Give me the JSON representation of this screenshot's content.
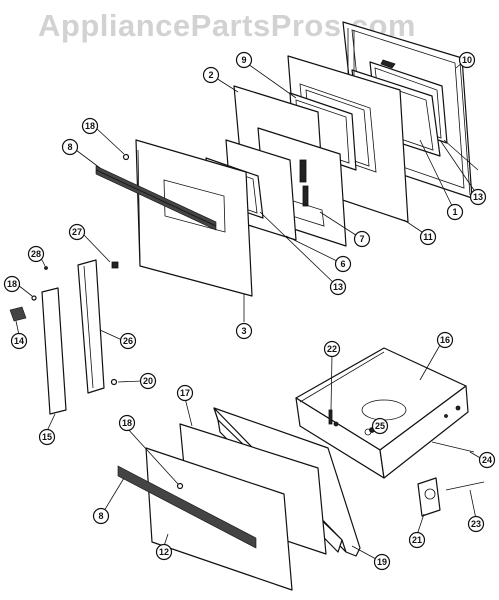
{
  "watermark": "AppliancePartsPros.com",
  "callouts": [
    {
      "id": "c1",
      "label": "1",
      "part": "lower-frame"
    },
    {
      "id": "c2",
      "label": "2",
      "part": "inner-glass-pane"
    },
    {
      "id": "c3",
      "label": "3",
      "part": "upper-door-outer-panel"
    },
    {
      "id": "c6",
      "label": "6",
      "part": "window-pack"
    },
    {
      "id": "c7",
      "label": "7",
      "part": "hinge-bracket"
    },
    {
      "id": "c8a",
      "label": "8",
      "part": "upper-door-handle"
    },
    {
      "id": "c8b",
      "label": "8",
      "part": "drawer-handle"
    },
    {
      "id": "c9",
      "label": "9",
      "part": "glass-retainer"
    },
    {
      "id": "c10",
      "label": "10",
      "part": "oven-door-liner"
    },
    {
      "id": "c11",
      "label": "11",
      "part": "door-inner-panel"
    },
    {
      "id": "c12",
      "label": "12",
      "part": "drawer-front-panel"
    },
    {
      "id": "c13a",
      "label": "13",
      "part": "window-gasket"
    },
    {
      "id": "c13b",
      "label": "13",
      "part": "liner-gasket"
    },
    {
      "id": "c14",
      "label": "14",
      "part": "spring-clip"
    },
    {
      "id": "c15",
      "label": "15",
      "part": "left-side-trim"
    },
    {
      "id": "c16",
      "label": "16",
      "part": "storage-drawer-body"
    },
    {
      "id": "c17",
      "label": "17",
      "part": "drawer-inner-liner"
    },
    {
      "id": "c18a",
      "label": "18",
      "part": "upper-door-screw"
    },
    {
      "id": "c18b",
      "label": "18",
      "part": "side-trim-screw"
    },
    {
      "id": "c18c",
      "label": "18",
      "part": "drawer-screw"
    },
    {
      "id": "c19",
      "label": "19",
      "part": "drawer-front-frame"
    },
    {
      "id": "c20",
      "label": "20",
      "part": "trim-screw"
    },
    {
      "id": "c21",
      "label": "21",
      "part": "drawer-roller-bracket"
    },
    {
      "id": "c22",
      "label": "22",
      "part": "drawer-stop"
    },
    {
      "id": "c23",
      "label": "23",
      "part": "drawer-slide-rod"
    },
    {
      "id": "c24",
      "label": "24",
      "part": "drawer-glide"
    },
    {
      "id": "c25",
      "label": "25",
      "part": "drawer-clip"
    },
    {
      "id": "c26",
      "label": "26",
      "part": "right-side-trim"
    },
    {
      "id": "c27",
      "label": "27",
      "part": "trim-plug"
    },
    {
      "id": "c28",
      "label": "28",
      "part": "small-screw"
    }
  ]
}
